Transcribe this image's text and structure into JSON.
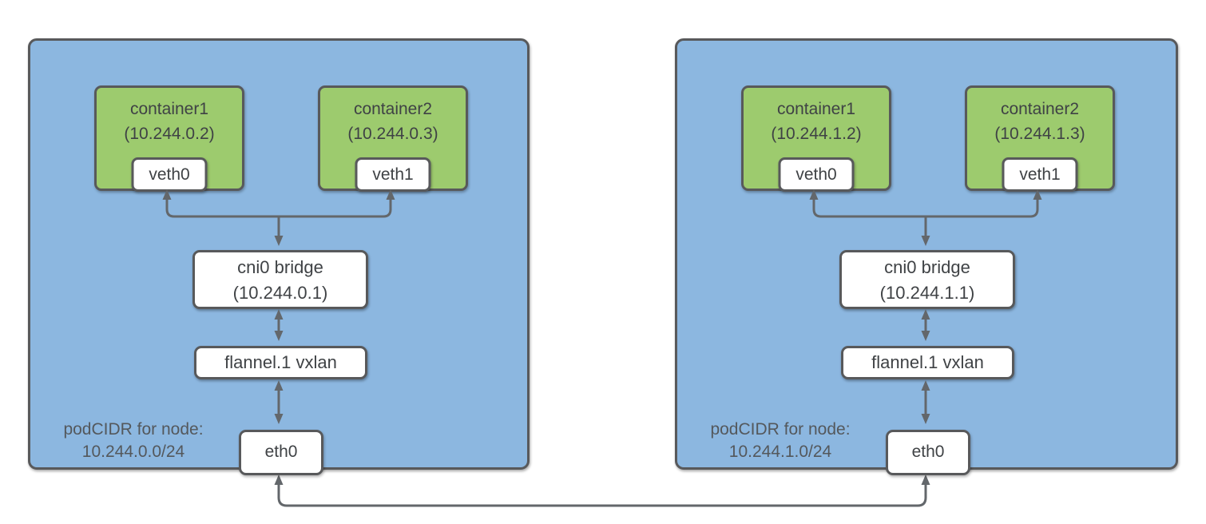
{
  "colors": {
    "node_fill": "#8CB7E0",
    "container_fill": "#9DCB6E",
    "box_fill": "#FFFFFF",
    "border": "#58595B",
    "connector": "#63676B",
    "box_text": "#3F4245",
    "podcidr_text": "#54585C",
    "background": "#FFFFFF"
  },
  "nodes": [
    {
      "podcidr": {
        "label": "podCIDR for node:",
        "cidr": "10.244.0.0/24"
      },
      "containers": [
        {
          "name": "container1",
          "ip": "(10.244.0.2)",
          "veth": "veth0"
        },
        {
          "name": "container2",
          "ip": "(10.244.0.3)",
          "veth": "veth1"
        }
      ],
      "bridge": {
        "title": "cni0 bridge",
        "ip": "(10.244.0.1)"
      },
      "vxlan": "flannel.1 vxlan",
      "eth": "eth0"
    },
    {
      "podcidr": {
        "label": "podCIDR for node:",
        "cidr": "10.244.1.0/24"
      },
      "containers": [
        {
          "name": "container1",
          "ip": "(10.244.1.2)",
          "veth": "veth0"
        },
        {
          "name": "container2",
          "ip": "(10.244.1.3)",
          "veth": "veth1"
        }
      ],
      "bridge": {
        "title": "cni0 bridge",
        "ip": "(10.244.1.1)"
      },
      "vxlan": "flannel.1 vxlan",
      "eth": "eth0"
    }
  ]
}
